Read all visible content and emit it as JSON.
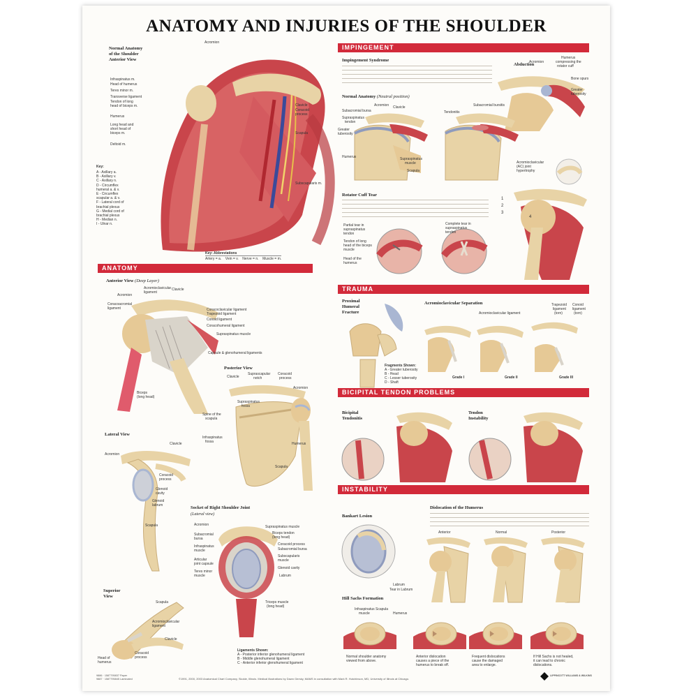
{
  "title": "ANATOMY AND INJURIES OF THE SHOULDER",
  "sections": {
    "impingement": "IMPINGEMENT",
    "anatomy": "ANATOMY",
    "trauma": "TRAUMA",
    "bicipital": "BICIPITAL TENDON PROBLEMS",
    "instability": "INSTABILITY"
  },
  "top_left": {
    "heading_1": "Normal Anatomy",
    "heading_2": "of the Shoulder",
    "heading_3": "Anterior View",
    "labels": [
      "Acromion",
      "Infraspinatus m.",
      "Head of humerus",
      "Teres minor m.",
      "Transverse ligament",
      "Tendon of long",
      "head of biceps m.",
      "Humerus",
      "Long head and",
      "short head of",
      "biceps m.",
      "Deltoid m.",
      "Clavicle",
      "Coracoid",
      "process",
      "Scapula",
      "Subscapularis m."
    ],
    "key_title": "Key:",
    "key_items": [
      "A - Axillary a.",
      "B - Axillary v.",
      "C - Axillary n.",
      "D - Circumflex",
      "humeral a. & v.",
      "E - Circumflex",
      "scapular a. & v.",
      "F - Lateral cord of",
      "brachial plexus",
      "G - Medial cord of",
      "brachial plexus",
      "H - Median n.",
      "I - Ulnar n."
    ],
    "abbrev_title": "Key: Abbreviations",
    "abbrevs": [
      "Artery = a.",
      "Vein = v.",
      "Nerve = n.",
      "Muscle = m."
    ]
  },
  "anatomy": {
    "anterior_title": "Anterior View",
    "anterior_sub": "(Deep Layer)",
    "anterior_labels": [
      "Acromion",
      "Acromioclavicular",
      "ligament",
      "Clavicle",
      "Coracoacromial",
      "ligament",
      "Coracoclavicular ligament",
      "Trapezoid ligament",
      "Conoid ligament",
      "Coracohumeral ligament",
      "Supraspinatus muscle",
      "Capsule & glenohumeral ligaments",
      "Biceps",
      "(long head)"
    ],
    "posterior_title": "Posterior View",
    "posterior_labels": [
      "Clavicle",
      "Suprascapular",
      "notch",
      "Coracoid",
      "process",
      "Acromion",
      "Supraspinatus",
      "fossa",
      "Spine of the",
      "scapula",
      "Infraspinatus",
      "fossa",
      "Humerus",
      "Scapula"
    ],
    "lateral_title": "Lateral View",
    "lateral_labels": [
      "Clavicle",
      "Acromion",
      "Coracoid",
      "process",
      "Glenoid",
      "cavity",
      "Glenoid",
      "labrum",
      "Scapula"
    ],
    "socket_title": "Socket of Right Shoulder Joint",
    "socket_sub": "(Lateral view)",
    "socket_labels": [
      "Acromion",
      "Subacromial",
      "bursa",
      "Infraspinatus",
      "muscle",
      "Articular",
      "joint capsule",
      "Teres minor",
      "muscle",
      "Supraspinatus muscle",
      "Biceps tendon",
      "(long head)",
      "Coracoid process",
      "Subacromial bursa",
      "Subscapularis",
      "muscle",
      "Glenoid cavity",
      "Labrum",
      "Triceps muscle",
      "(long head)"
    ],
    "superior_title": "Superior",
    "superior_title2": "View",
    "superior_labels": [
      "Scapula",
      "Acromioclavicular",
      "ligament",
      "Clavicle",
      "Head of",
      "humerus",
      "Coracoid",
      "process"
    ],
    "ligaments_title": "Ligaments Shown:",
    "ligaments": [
      "A - Posterior inferior glenohumeral ligament",
      "B - Middle glenohumeral ligament",
      "C - Anterior inferior glenohumeral ligament"
    ]
  },
  "impingement": {
    "syndrome_title": "Impingement Syndrome",
    "abduction_title": "Abduction",
    "abduction_labels": [
      "Acromion",
      "Humerus",
      "compressing the",
      "rotator cuff",
      "Bone spurs",
      "Greater",
      "tuberosity"
    ],
    "normal_title": "Normal Anatomy",
    "normal_sub": "(Neutral position)",
    "normal_labels": [
      "Subacromial bursa",
      "Supraspinatus",
      "tendon",
      "Acromion",
      "Clavicle",
      "Greater",
      "tuberosity",
      "Humerus",
      "Supraspinatus",
      "muscle",
      "Scapula",
      "Subacromial bursitis",
      "Tendonitis"
    ],
    "ac_labels": [
      "Acromioclavicular",
      "(AC) joint",
      "hypertrophy"
    ],
    "rotator_title": "Rotator Cuff Tear",
    "rotator_labels": [
      "Partial tear in",
      "supraspinatus",
      "tendon",
      "Tendon of long",
      "head of the biceps",
      "muscle",
      "Head of the",
      "humerus",
      "Complete tear in",
      "supraspinatus",
      "tendon"
    ],
    "numbers": [
      "1",
      "2",
      "3",
      "4"
    ]
  },
  "trauma": {
    "fracture_title_1": "Proximal",
    "fracture_title_2": "Humeral",
    "fracture_title_3": "Fracture",
    "fragments_title": "Fragments Shown:",
    "fragments": [
      "A - Greater tuberosity",
      "B - Head",
      "C - Lesser tuberosity",
      "D - Shaft"
    ],
    "ac_title": "Acromioclavicular Separation",
    "ac_labels": [
      "Acromioclavicular ligament",
      "Trapezoid",
      "ligament",
      "(torn)",
      "Conoid",
      "ligament",
      "(torn)"
    ],
    "grades": [
      "Grade I",
      "Grade II",
      "Grade III"
    ]
  },
  "bicipital": {
    "tendonitis_1": "Bicipital",
    "tendonitis_2": "Tendonitis",
    "instability_1": "Tendon",
    "instability_2": "Instability"
  },
  "instability": {
    "bankart_title": "Bankart Lesion",
    "bankart_labels": [
      "Labrum",
      "Tear in Labrum"
    ],
    "dislocation_title": "Dislocation of the Humerus",
    "dislocation_labels": [
      "Anterior",
      "Normal",
      "Posterior"
    ],
    "hill_title": "Hill Sachs Formation",
    "hill_labels": [
      "Infraspinatus",
      "muscle",
      "Scapula",
      "Humerus"
    ],
    "captions": [
      "Normal shoulder anatomy",
      "viewed from above.",
      "Anterior dislocation",
      "causes a piece of the",
      "humerus to break off.",
      "Frequent dislocations",
      "cause the damaged",
      "area to enlarge.",
      "If Hill Sachs is not healed,",
      "it can lead to chronic",
      "dislocations."
    ]
  },
  "footer": {
    "left": [
      "9886 · 1587795837 Paper",
      "9887 · 1587795845 Laminated"
    ],
    "center": "©1991, 2000, 2003 Anatomical Chart Company, Skokie, Illinois. Medical illustrations by Dawn Gersky, MAMS in consultation with Mark R. Hutchinson, MD, University of Illinois at Chicago.",
    "publisher": "LIPPINCOTT WILLIAMS & WILKINS"
  },
  "colors": {
    "accent_red": "#d22a3a",
    "muscle": "#c9454b",
    "bone": "#e8d3a6",
    "cartilage": "#a9b6d2"
  }
}
